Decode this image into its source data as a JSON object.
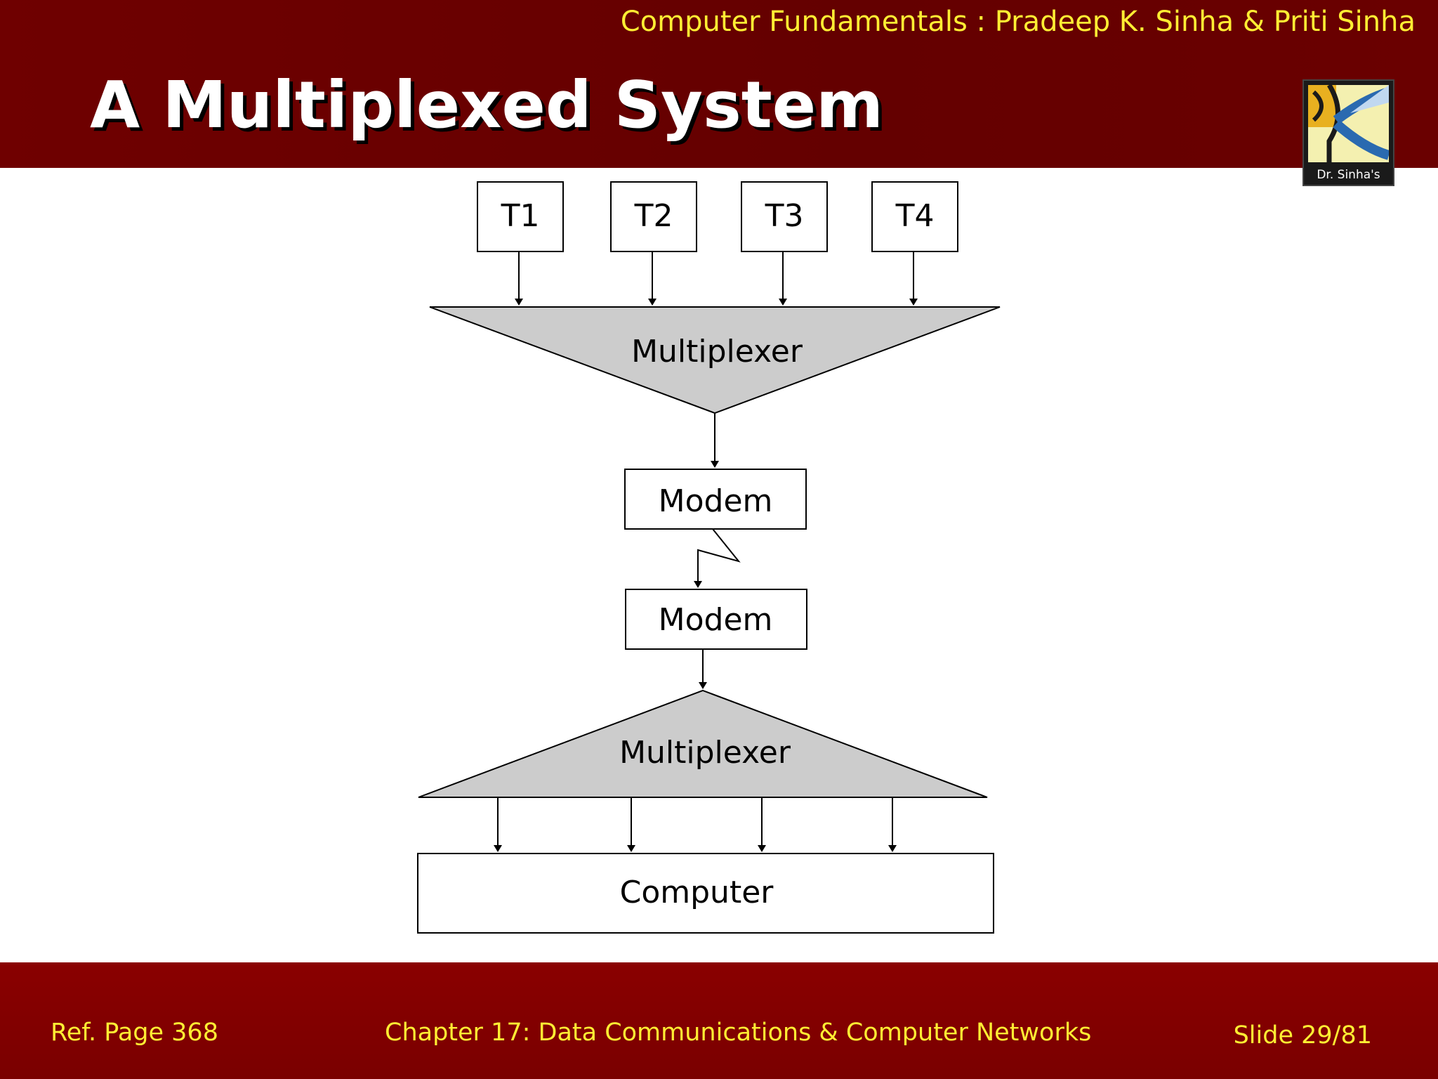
{
  "header": {
    "book_title": "Computer Fundamentals : Pradeep K. Sinha & Priti Sinha",
    "slide_title": "A Multiplexed System",
    "logo_text": "Dr. Sinha's"
  },
  "diagram": {
    "terminals": [
      "T1",
      "T2",
      "T3",
      "T4"
    ],
    "mux_top_label": "Multiplexer",
    "modem_top_label": "Modem",
    "modem_bottom_label": "Modem",
    "mux_bottom_label": "Multiplexer",
    "computer_label": "Computer"
  },
  "footer": {
    "ref_page": "Ref. Page  368",
    "chapter": "Chapter 17: Data Communications & Computer Networks",
    "slide_number": "Slide 29/81"
  },
  "colors": {
    "header_bg": "#6a0000",
    "footer_bg": "#8a0000",
    "accent_text": "#ffee33",
    "mux_fill": "#cccccc"
  }
}
